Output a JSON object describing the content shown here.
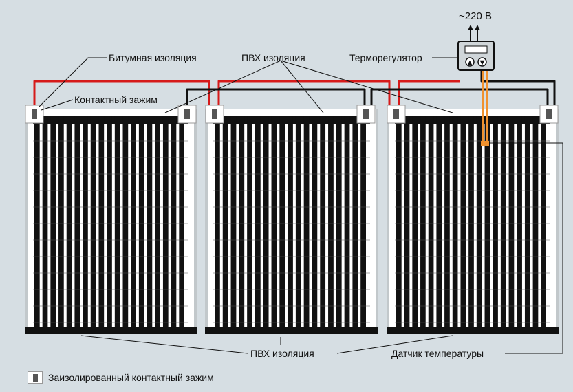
{
  "labels": {
    "voltage": "~220 В",
    "bitumen": "Битумная изоляция",
    "pvc_top": "ПВХ изоляция",
    "thermostat": "Терморегулятор",
    "clamp": "Контактный зажим",
    "pvc_bottom": "ПВХ изоляция",
    "sensor": "Датчик температуры"
  },
  "legend": {
    "text": "Заизолированный контактный зажим"
  },
  "thermostat_buttons": [
    "▲",
    "▼"
  ],
  "colors": {
    "background": "#d6dee3",
    "live_wire": "#d61a1a",
    "neutral_wire": "#111111",
    "sensor_wire": "#f0922f",
    "film_stripe": "#111111",
    "film_gap": "#ffffff"
  }
}
